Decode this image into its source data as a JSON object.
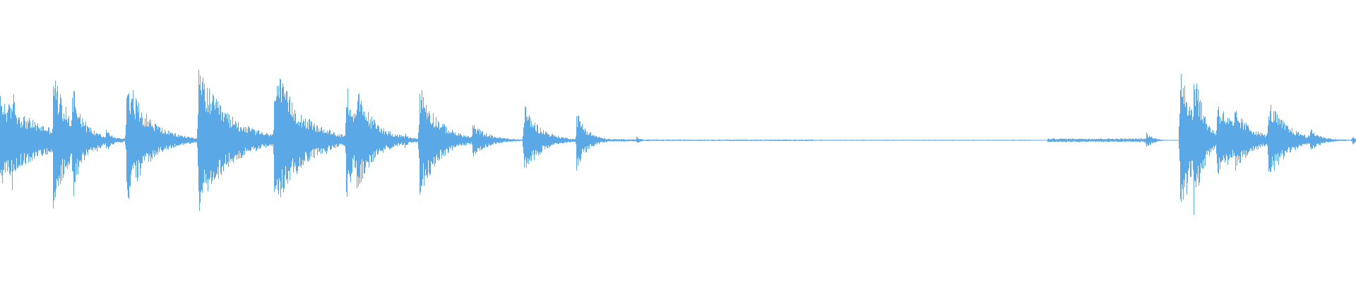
{
  "waveform": {
    "color": "#5aa9e6",
    "background": "#ffffff",
    "events": [
      {
        "time": 0.0,
        "amp": 0.36,
        "decay": 0.03,
        "asym": 1.0,
        "peaks": [
          0.7,
          0.8,
          0.65,
          0.6
        ]
      },
      {
        "time": 0.0085,
        "amp": 0.48,
        "decay": 0.006,
        "asym": 1.0
      },
      {
        "time": 0.039,
        "amp": 0.58,
        "decay": 0.012,
        "asym": 0.95
      },
      {
        "time": 0.053,
        "amp": 0.52,
        "decay": 0.008,
        "asym": 0.85
      },
      {
        "time": 0.058,
        "amp": 0.25,
        "decay": 0.01,
        "asym": 1.0
      },
      {
        "time": 0.071,
        "amp": 0.1,
        "decay": 0.006,
        "asym": 1.0
      },
      {
        "time": 0.078,
        "amp": 0.1,
        "decay": 0.005,
        "asym": 1.0
      },
      {
        "time": 0.093,
        "amp": 0.54,
        "decay": 0.016,
        "asym": 0.95
      },
      {
        "time": 0.146,
        "amp": 0.6,
        "decay": 0.022,
        "asym": 1.0
      },
      {
        "time": 0.202,
        "amp": 0.62,
        "decay": 0.02,
        "asym": 1.0
      },
      {
        "time": 0.22,
        "amp": 0.22,
        "decay": 0.008,
        "asym": 1.0
      },
      {
        "time": 0.24,
        "amp": 0.12,
        "decay": 0.008,
        "asym": 1.0
      },
      {
        "time": 0.255,
        "amp": 0.52,
        "decay": 0.008,
        "asym": 1.0
      },
      {
        "time": 0.263,
        "amp": 0.42,
        "decay": 0.014,
        "asym": 1.0
      },
      {
        "time": 0.298,
        "amp": 0.07,
        "decay": 0.004,
        "asym": 1.0
      },
      {
        "time": 0.309,
        "amp": 0.48,
        "decay": 0.014,
        "asym": 1.0
      },
      {
        "time": 0.348,
        "amp": 0.14,
        "decay": 0.012,
        "asym": 1.0
      },
      {
        "time": 0.386,
        "amp": 0.3,
        "decay": 0.012,
        "asym": 1.0
      },
      {
        "time": 0.425,
        "amp": 0.24,
        "decay": 0.008,
        "asym": 1.0
      },
      {
        "time": 0.469,
        "amp": 0.03,
        "decay": 0.004,
        "asym": 1.0
      },
      {
        "time": 0.845,
        "amp": 0.07,
        "decay": 0.005,
        "asym": 1.0
      },
      {
        "time": 0.87,
        "amp": 0.75,
        "decay": 0.009,
        "asym": 1.0
      },
      {
        "time": 0.88,
        "amp": 0.7,
        "decay": 0.007,
        "asym": 1.0
      },
      {
        "time": 0.897,
        "amp": 0.33,
        "decay": 0.016,
        "asym": 1.0
      },
      {
        "time": 0.91,
        "amp": 0.26,
        "decay": 0.014,
        "asym": 1.0
      },
      {
        "time": 0.92,
        "amp": 0.15,
        "decay": 0.006,
        "asym": 1.0
      },
      {
        "time": 0.935,
        "amp": 0.34,
        "decay": 0.014,
        "asym": 1.0
      },
      {
        "time": 0.966,
        "amp": 0.1,
        "decay": 0.008,
        "asym": 1.0
      },
      {
        "time": 0.997,
        "amp": 0.04,
        "decay": 0.003,
        "asym": 1.0
      }
    ],
    "noise_floor": [
      {
        "start": 0.43,
        "end": 0.47,
        "amp": 0.01
      },
      {
        "start": 0.47,
        "end": 0.6,
        "amp": 0.006
      },
      {
        "start": 0.6,
        "end": 0.76,
        "amp": 0.004
      },
      {
        "start": 0.772,
        "end": 0.85,
        "amp": 0.015
      }
    ]
  }
}
